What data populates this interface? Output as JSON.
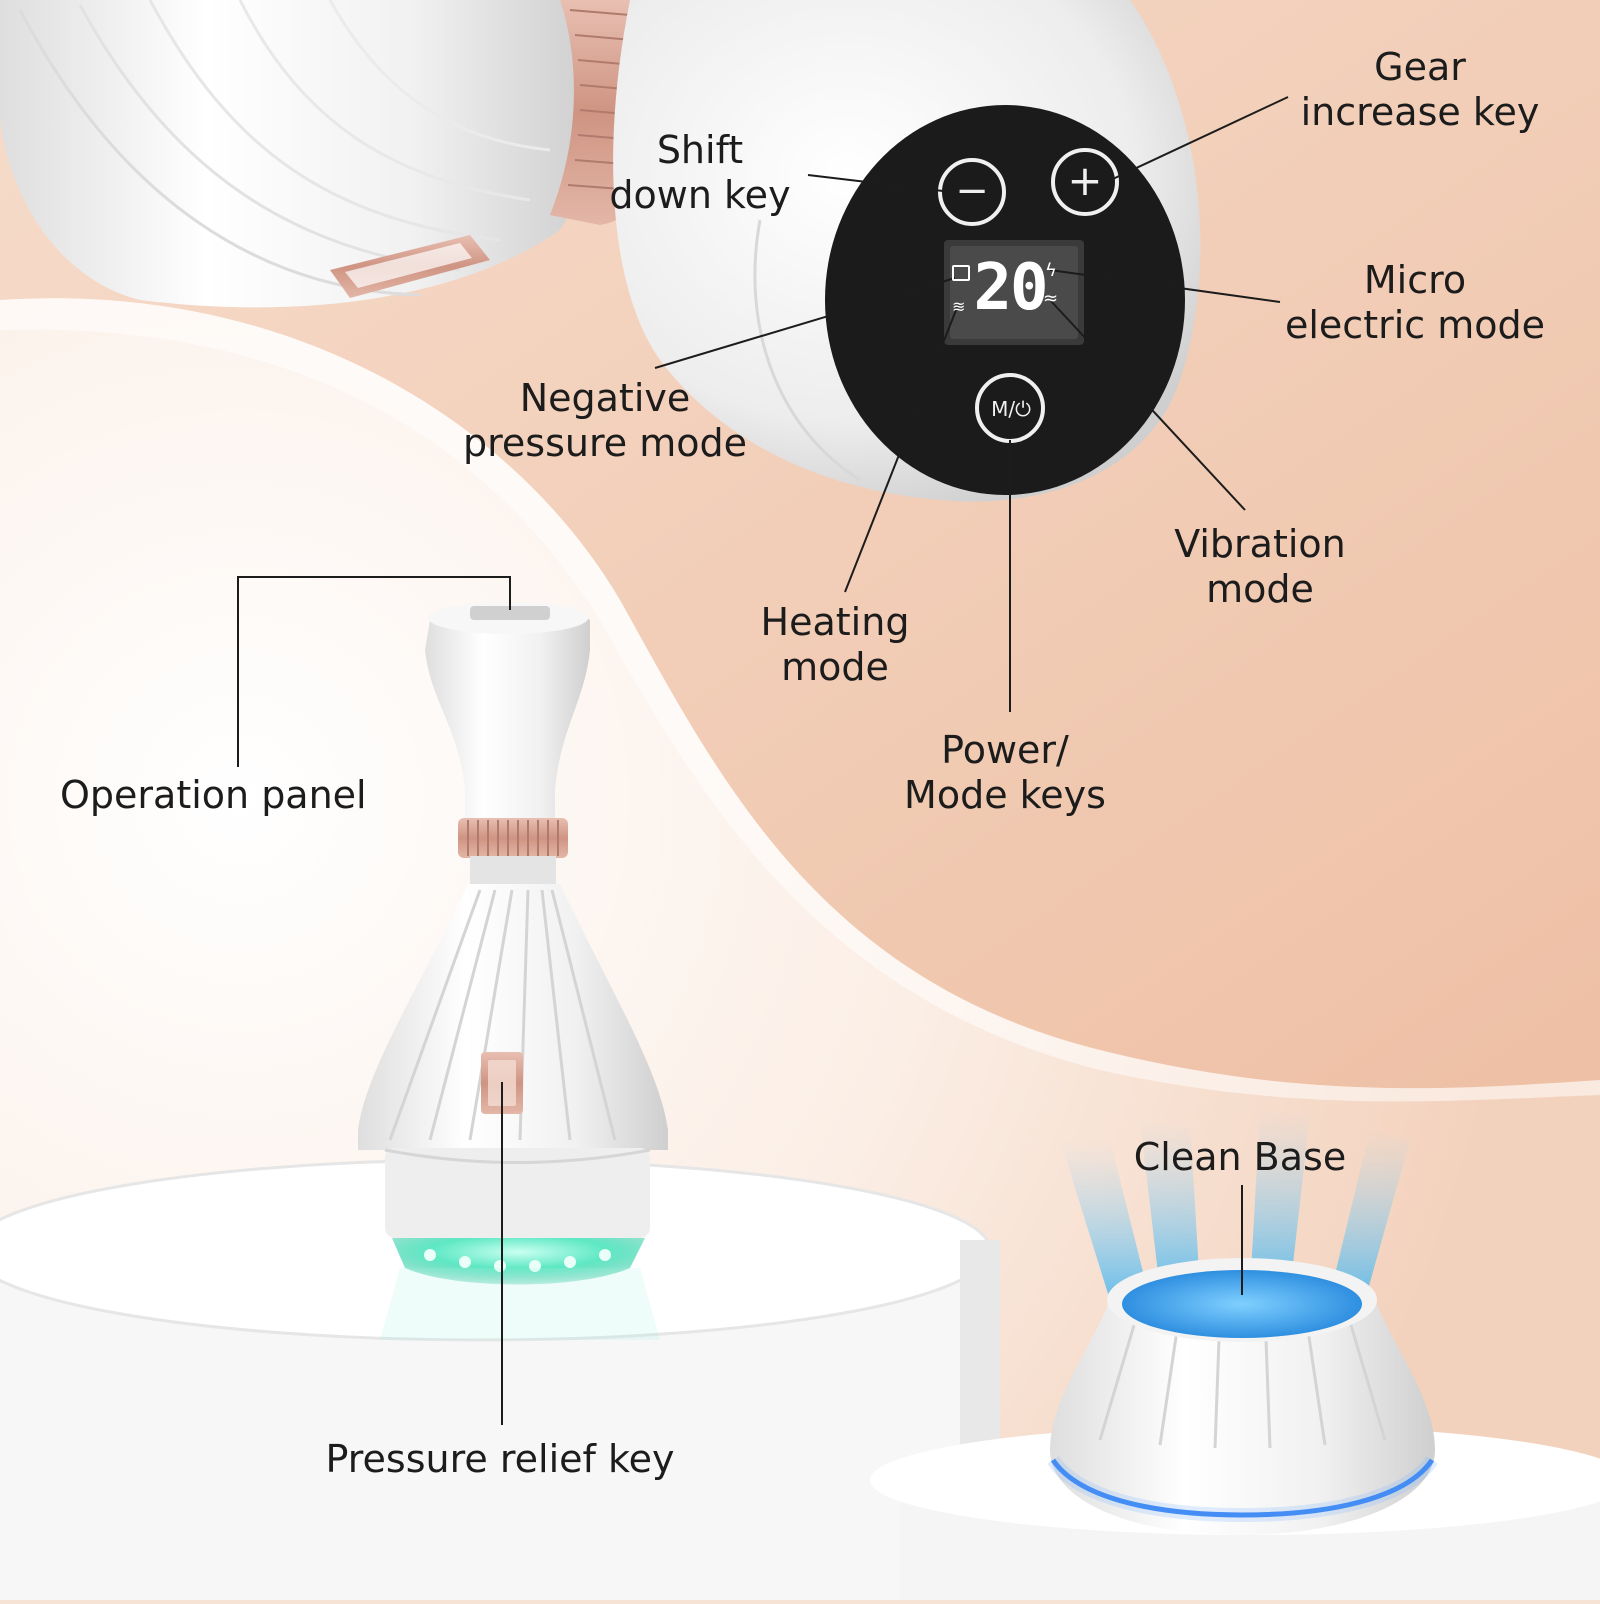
{
  "labels": {
    "gear_increase_key": [
      "Gear",
      "increase key"
    ],
    "shift_down_key": [
      "Shift",
      "down key"
    ],
    "micro_electric_mode": [
      "Micro",
      "electric mode"
    ],
    "negative_pressure_mode": [
      "Negative",
      "pressure mode"
    ],
    "vibration_mode": [
      "Vibration",
      "mode"
    ],
    "heating_mode": [
      "Heating",
      "mode"
    ],
    "power_mode_keys": [
      "Power/",
      "Mode keys"
    ],
    "operation_panel": "Operation panel",
    "clean_base": "Clean Base",
    "pressure_relief_key": "Pressure relief key"
  },
  "device": {
    "display_value": "20",
    "mode_button": "M/⏻",
    "minus_symbol": "−",
    "plus_symbol": "+"
  },
  "colors": {
    "background_peach": "#f1cbb4",
    "background_light": "#fbf1ea",
    "device_white": "#f4f4f4",
    "rose_gold": "#d9a696",
    "panel_black": "#1b1b1b",
    "teal_light": "#5ee8c4",
    "blue_glow": "#3ab4f2",
    "blue_ring": "#2f7ff0",
    "leader_line": "#1c1c1c"
  },
  "icons": [
    "vacuum-icon",
    "heat-icon",
    "lightning-icon",
    "wave-icon",
    "power-icon"
  ]
}
